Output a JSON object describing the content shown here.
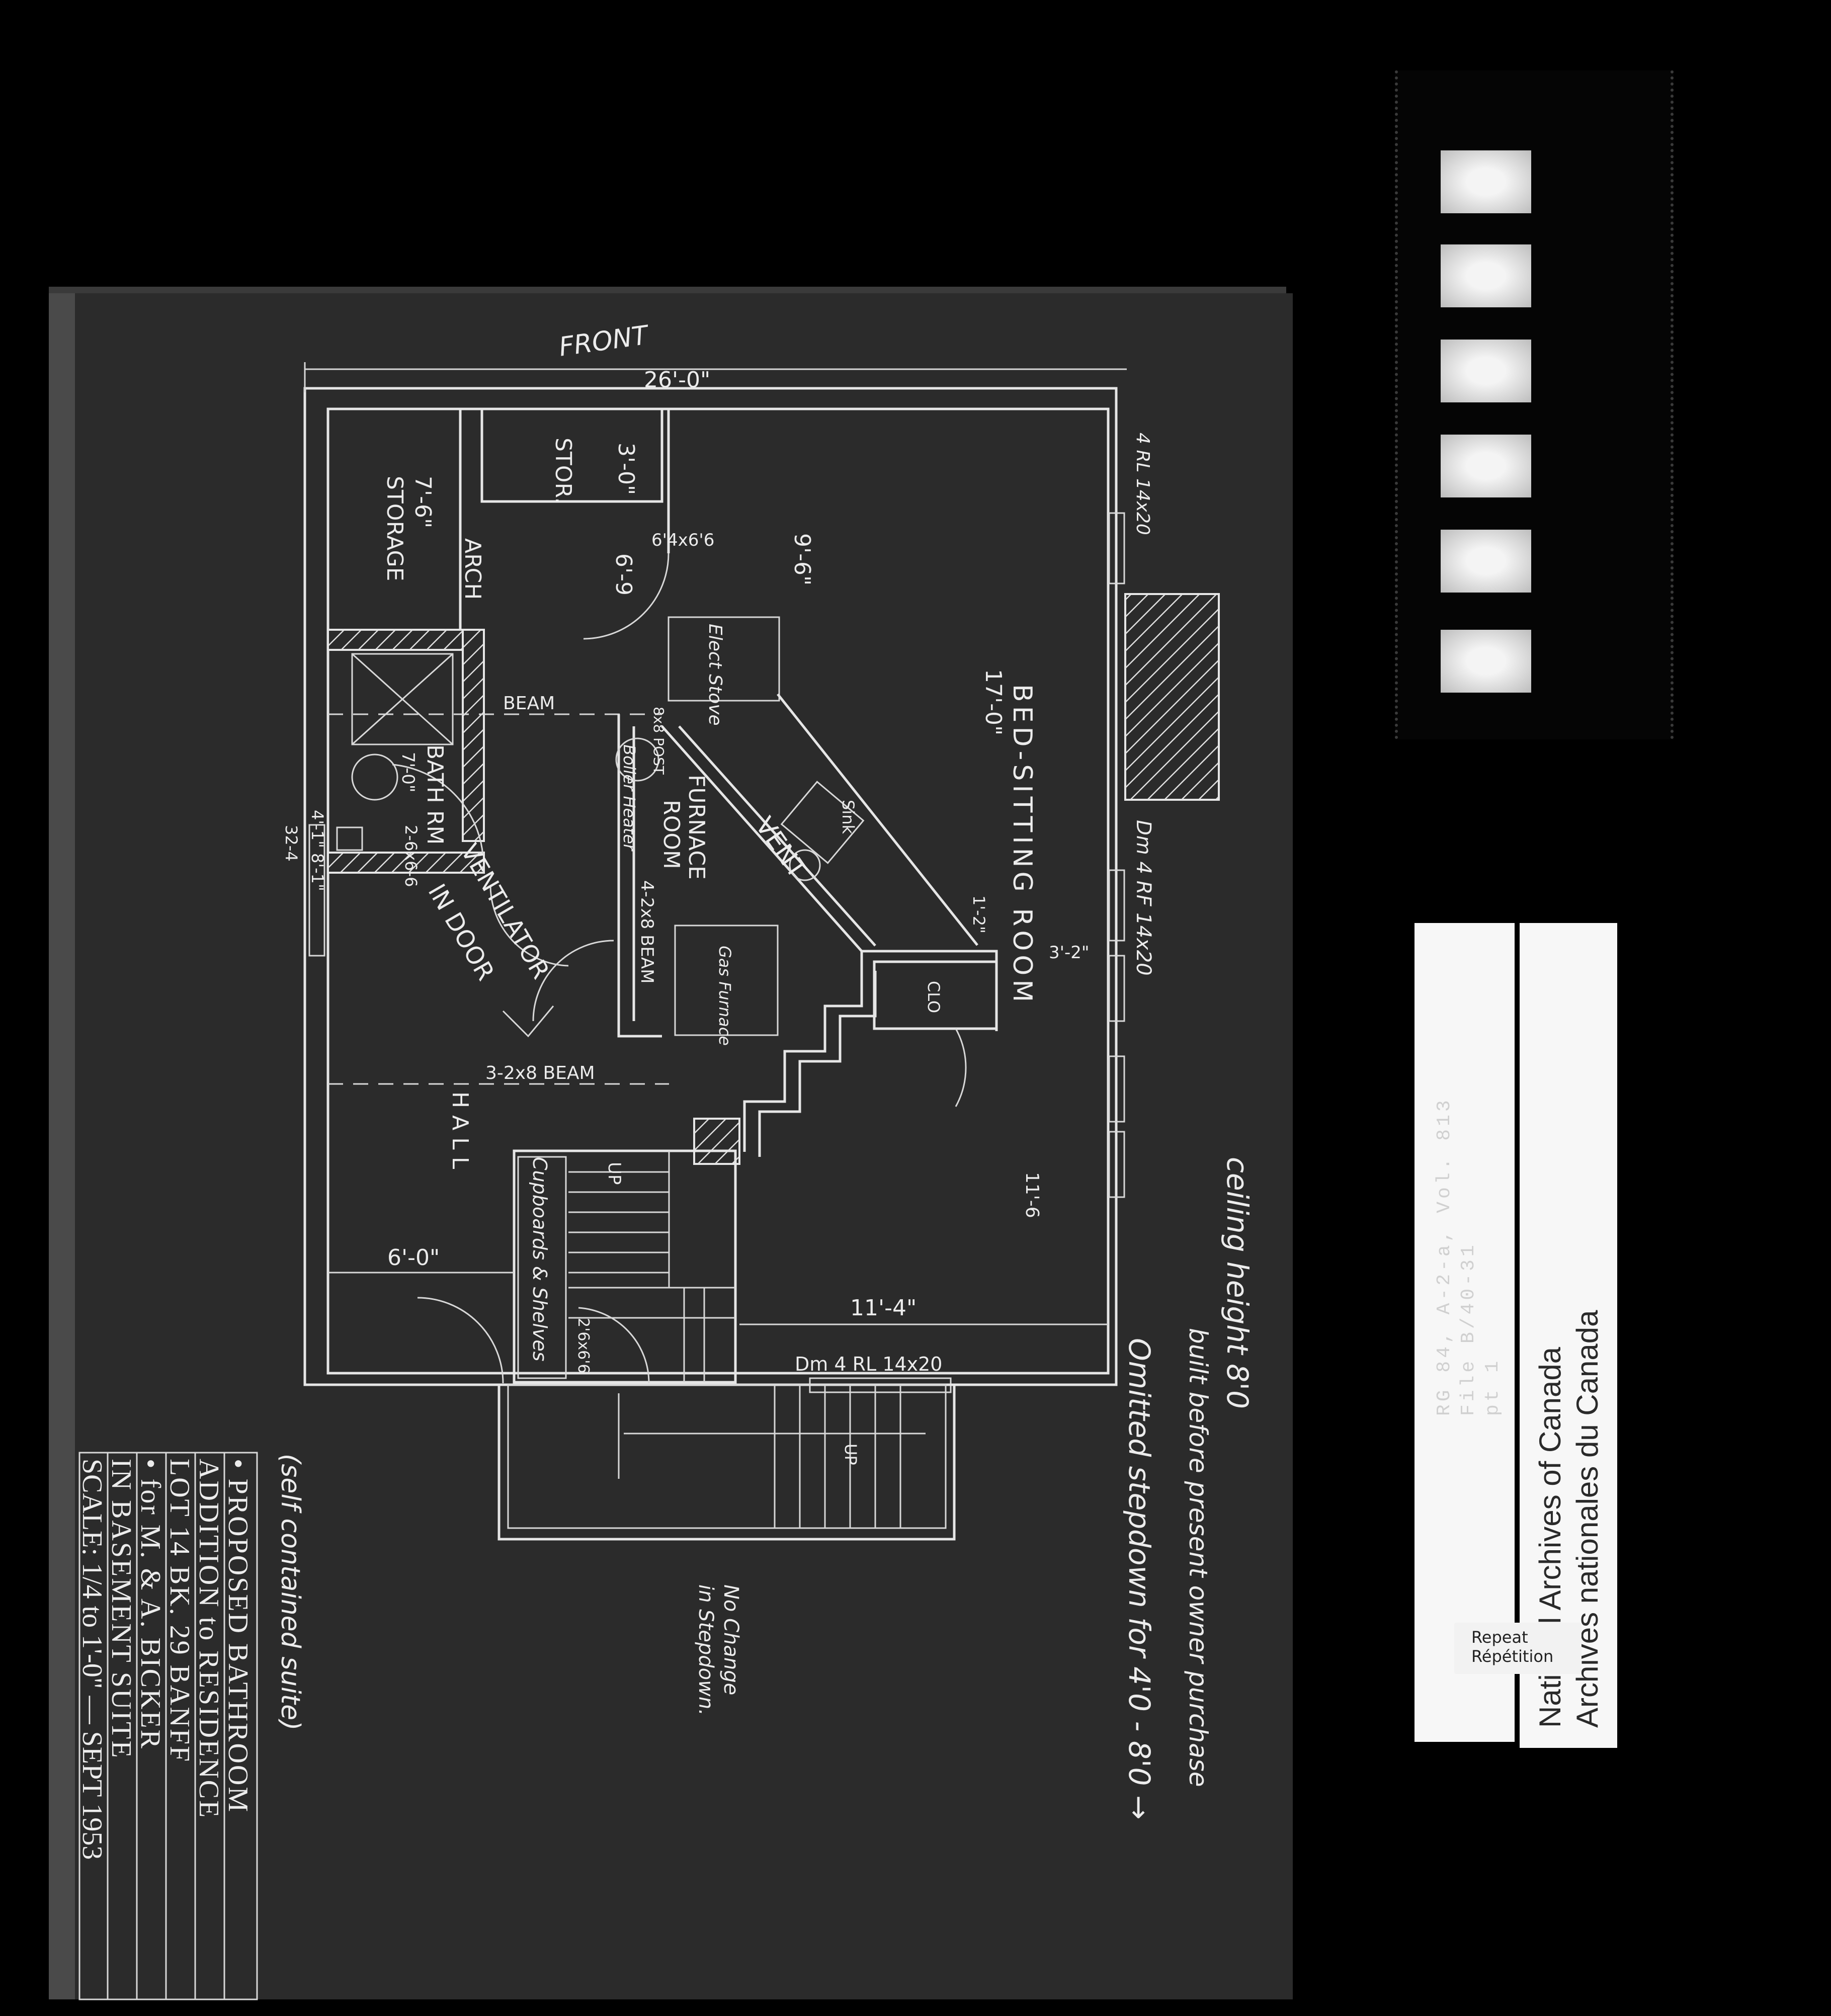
{
  "film_strip": {
    "frames": 6
  },
  "archive_label": {
    "reference_lines": [
      "RG 84, A-2-a, Vol. 813",
      "File B/40-31",
      "pt 1"
    ],
    "institution_en": "National Archives of Canada",
    "institution_fr": "Archives nationales du Canada"
  },
  "repeat_label": {
    "en": "Repeat",
    "fr": "Répétition"
  },
  "plan": {
    "front": "FRONT",
    "overall_width": "26'-0\"",
    "rooms": {
      "storage": "STORAGE",
      "storage_dim": "7'-6\"",
      "stor": "STOR.",
      "stor_dim": "3'-0\"",
      "arch": "ARCH",
      "door_1": "6'4x6'6",
      "door_1_dim": "6'-9",
      "kitchen_dim": "9'-6\"",
      "elect_stove": "Elect Stove",
      "beam": "BEAM",
      "bath": "BATH RM",
      "bath_dim": "7'-0\"",
      "bath_door": "2-6x6-6",
      "bath_width": "4'-1\" 8'-1\"",
      "bath_side": "32-4",
      "post": "8x8 POST",
      "boiler": "Boiler Heater",
      "furnace_room": "FURNACE",
      "furnace_room_2": "ROOM",
      "beam_4": "4-2x8 BEAM",
      "vent": "VENT",
      "sink": "Sink",
      "ventilator": "VENTILATOR",
      "ventilator_2": "IN DOOR",
      "gas_furnace": "Gas Furnace",
      "clo": "CLO",
      "bed_sitting": "BED-SITTING ROOM",
      "bed_dim": "17'-0\"",
      "dim_3_2": "3'-2\"",
      "dim_1_2": "1'-2\"",
      "dim_11_6": "11'-6",
      "beam_3": "3-2x8 BEAM",
      "hall": "HALL",
      "hall_dim": "6'-0\"",
      "up": "UP",
      "cupboards": "Cupboards & Shelves",
      "stair_door": "2'6x6'6",
      "dim_11_4": "11'-4\"",
      "window_bottom": "Dm 4 RL 14x20",
      "window_right": "Dm 4 RF 14x20",
      "window_top": "4 RL 14x20",
      "up_ext": "UP"
    },
    "title_block": [
      "• PROPOSED BATHROOM",
      "ADDITION to RESIDENCE",
      "LOT 14 BK. 29 BANFF",
      "• for M. & A. BICKER",
      "IN BASEMENT SUITE",
      "SCALE: 1/4 to 1'-0\" — SEPT 1953"
    ],
    "notes": {
      "self_contained": "(self contained suite)",
      "ceiling": "ceiling height 8'0",
      "built_before": "built before present owner purchase",
      "omitted": "Omitted stepdown for 4'0 - 8'0 →",
      "no_change": "No Change",
      "no_change_2": "in Stepdown."
    }
  }
}
